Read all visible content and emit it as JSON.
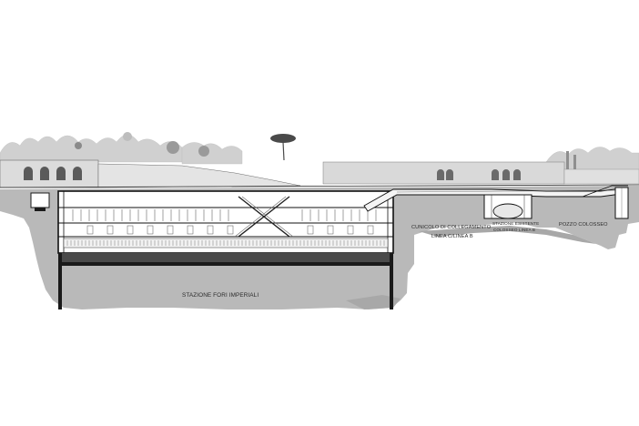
{
  "labels": {
    "station_main": "STAZIONE FORI IMPERIALI",
    "tunnel_line1": "CUNICOLO DI COLLEGAMENTO",
    "tunnel_line2": "LINEA C/LINEA B",
    "existing_line1": "STAZIONE ESISTENTE",
    "existing_line2": "COLOSSEO LINEA B",
    "shaft": "POZZO COLOSSEO"
  },
  "colors": {
    "ground": "#b9b9b9",
    "ground_dark": "#a5a5a5",
    "line": "#1a1a1a",
    "vegetation": "#cfcfcf",
    "building": "#d9d9d9"
  }
}
